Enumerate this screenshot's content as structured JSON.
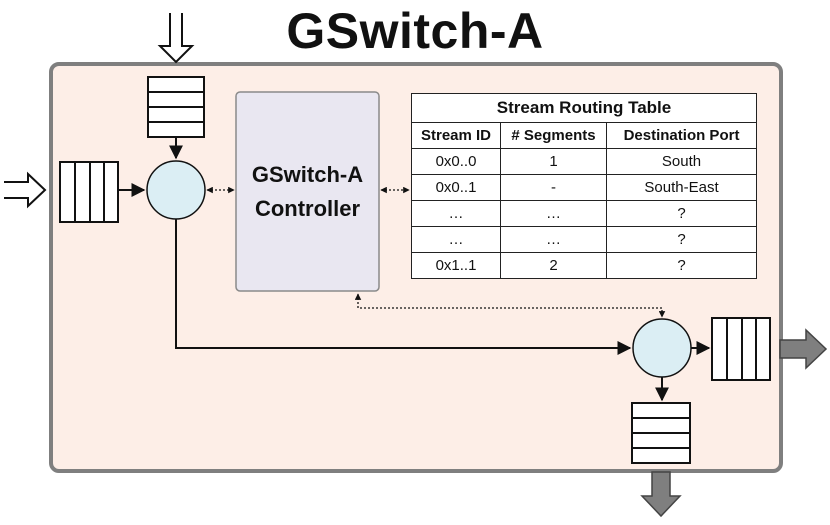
{
  "title": "GSwitch-A",
  "controller": {
    "line1": "GSwitch-A",
    "line2": "Controller"
  },
  "routing_table": {
    "caption": "Stream Routing Table",
    "headers": [
      "Stream ID",
      "# Segments",
      "Destination Port"
    ],
    "rows": [
      [
        "0x0..0",
        "1",
        "South"
      ],
      [
        "0x0..1",
        "-",
        "South-East"
      ],
      [
        "…",
        "…",
        "?"
      ],
      [
        "…",
        "…",
        "?"
      ],
      [
        "0x1..1",
        "2",
        "?"
      ]
    ]
  },
  "colors": {
    "switch_fill": "#fdeee7",
    "switch_border": "#7f7f7f",
    "controller_fill": "#e9e7f1",
    "router_fill": "#dbeef4",
    "output_arrow_fill": "#7f7f7f"
  }
}
